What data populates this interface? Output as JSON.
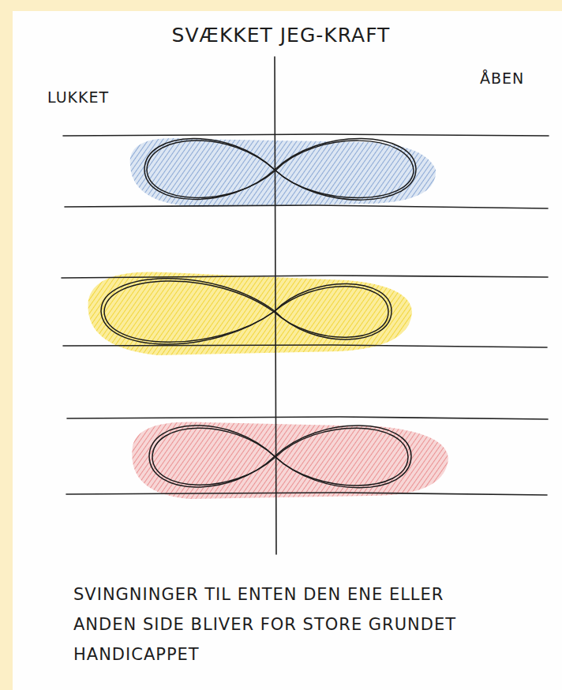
{
  "diagram": {
    "title": "SVÆKKET JEG-KRAFT",
    "caption": "SVINGNINGER TIL ENTEN DEN ENE ELLER ANDEN SIDE BLIVER FOR STORE GRUNDET HANDICAPPET",
    "labels": [
      "LUKKET",
      "ÅBEN"
    ]
  }
}
